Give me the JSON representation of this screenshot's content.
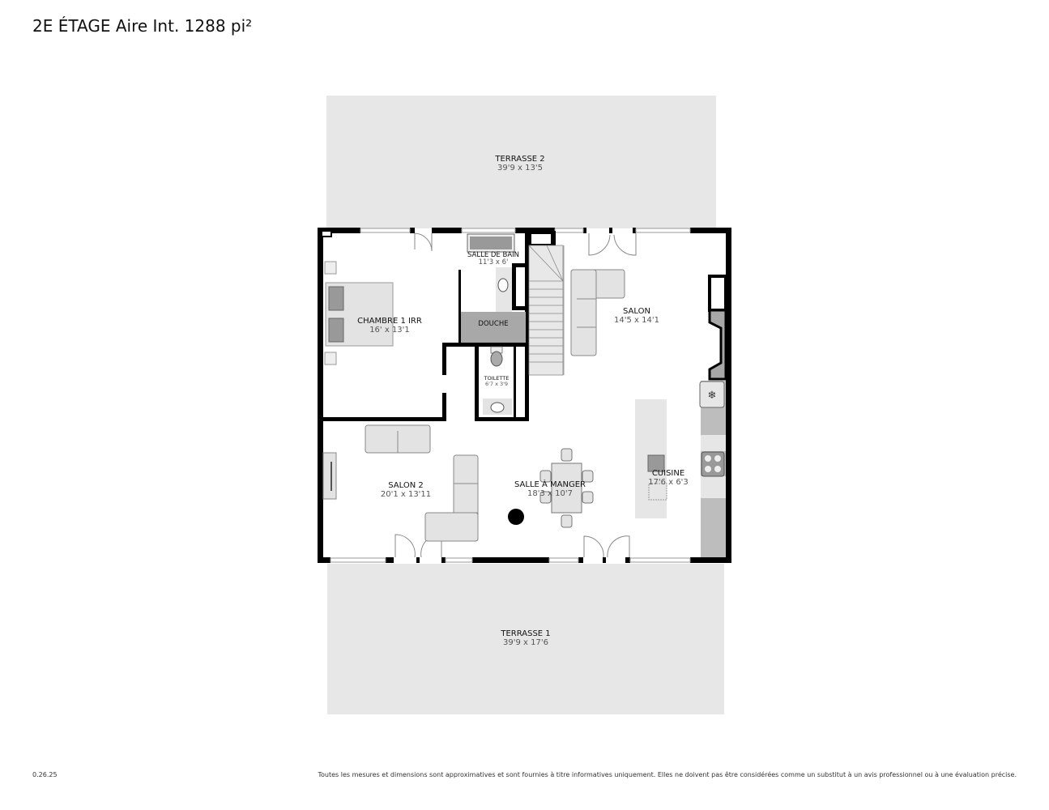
{
  "header": {
    "title": "2E ÉTAGE Aire Int. 1288 pi²"
  },
  "rooms": [
    {
      "name": "TERRASSE 2",
      "dims": "39'9 x 13'5"
    },
    {
      "name": "SALLE DE BAIN",
      "dims": "11'3 x 6'"
    },
    {
      "name": "CHAMBRE 1 IRR",
      "dims": "16' x 13'1"
    },
    {
      "name": "DOUCHE",
      "dims": ""
    },
    {
      "name": "TOILETTE",
      "dims": "6'7 x 3'9"
    },
    {
      "name": "SALON",
      "dims": "14'5 x 14'1"
    },
    {
      "name": "SALON 2",
      "dims": "20'1 x 13'11"
    },
    {
      "name": "SALLE À MANGER",
      "dims": "18'3 x 10'7"
    },
    {
      "name": "CUISINE",
      "dims": "17'6 x 6'3"
    },
    {
      "name": "TERRASSE 1",
      "dims": "39'9 x 17'6"
    }
  ],
  "footer": {
    "version": "0.26.25",
    "disclaimer": "Toutes les mesures et dimensions sont approximatives et sont fournies à titre informatives uniquement. Elles ne doivent pas être considérées comme un substitut à un avis professionnel ou à une évaluation précise."
  },
  "colors": {
    "terrace": "#e6e7e6",
    "wall": "#000000",
    "furniture": "#e3e3e3",
    "furniture_dark": "#a8a8a8",
    "counter": "#bdbdbd"
  }
}
